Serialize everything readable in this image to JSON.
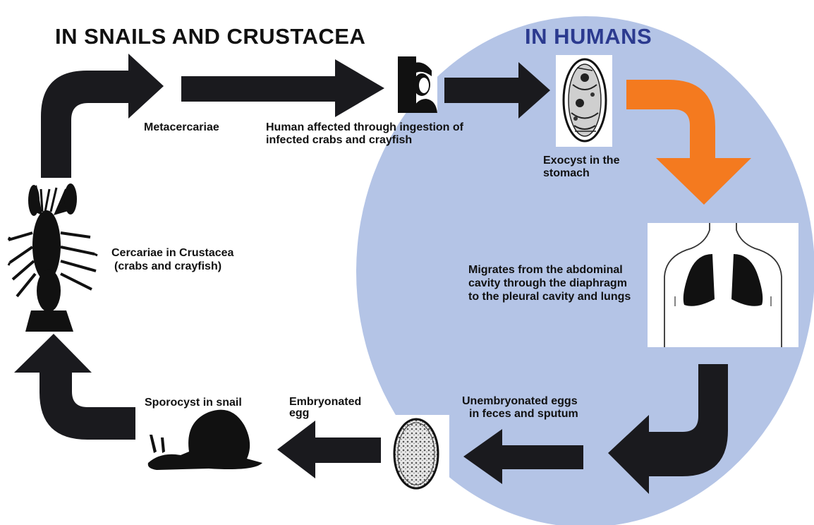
{
  "titles": {
    "snails_crustacea": "IN SNAILS AND CRUSTACEA",
    "humans": "IN HUMANS"
  },
  "colors": {
    "human_zone": "#b4c4e6",
    "arrow": "#1a1a1e",
    "highlight_arrow": "#f47a1f",
    "humans_title": "#2b3a8f",
    "text": "#111111"
  },
  "stages": {
    "metacercariae": "Metacercariae",
    "ingestion_line1": "Human affected through ingestion of",
    "ingestion_line2": "infected crabs and crayfish",
    "excyst_line1": "Exocyst  in  the",
    "excyst_line2": "stomach",
    "migrates_line1": "Migrates from the abdominal",
    "migrates_line2": "cavity through the diaphragm",
    "migrates_line3": "to the pleural cavity and lungs",
    "eggs_line1": "Unembryonated  eggs",
    "eggs_line2": "in feces and sputum",
    "embryonated_line1": "Embryonated",
    "embryonated_line2": "egg",
    "sporocyst": "Sporocyst in snail",
    "cercariae_line1": "Cercariae  in Crustacea",
    "cercariae_line2": "(crabs and crayfish)"
  },
  "icons": {
    "human_person": "person-icon",
    "excysting_fluke": "fluke-icon",
    "lungs_torso": "lungs-icon",
    "egg": "egg-icon",
    "snail": "snail-icon",
    "crayfish": "crayfish-icon"
  }
}
